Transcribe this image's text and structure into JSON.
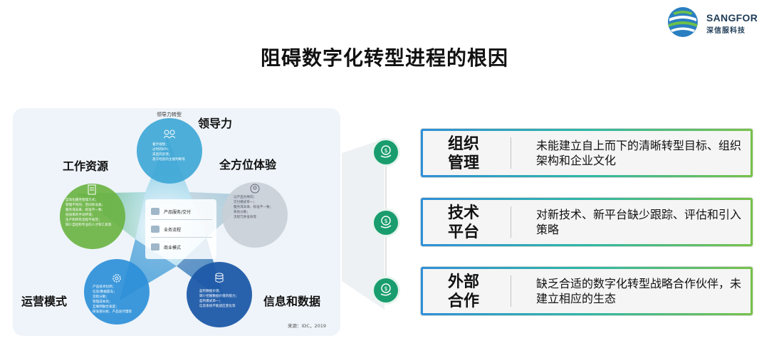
{
  "logo": {
    "brand": "SANGFOR",
    "brand_cn": "深信服科技"
  },
  "title": "阻碍数字化转型进程的根因",
  "diagram": {
    "labels": {
      "top": "领导力",
      "right": "全方位体验",
      "left": "工作资源",
      "bottom_left": "运营模式",
      "bottom_right": "信息和数据"
    },
    "top_circle_title": "领导力转型",
    "circle_texts": {
      "top": "着手规划；\n过时的KPI；\n滞后的反馈；\n基于经验的主观判断等",
      "left": "自动化服务管理方式；\n管理不同的、空间和设备；\n服务或未来、标准不一致；\n低效率的手动环境；\n生产和所有流程不规范；\n缺少自控和专业的人才和工具等",
      "right": "以产品为导向；\n交付模式单一；\n服务或未来、标准不一致；\n系统分散；\n流程冗余低效等",
      "bottom_left": "产品技术封闭；\n信息/数据孤岛；\n流程分散；\n管理成本高；\n互联网融合速度；\n研发部分统、产品迭代慢等",
      "bottom_right": "盈利数据价值；\n缺少挖掘数据价值的能力；\n盈利模式单一；\n信息系统不能适应变化等"
    },
    "center_items": [
      "产品服务/交付",
      "业务流程",
      "商业模式"
    ],
    "source": "来源：IDC，2019"
  },
  "cards": [
    {
      "head": "组织\n管理",
      "desc": "未能建立自上而下的清晰转型目标、组织架构和企业文化"
    },
    {
      "head": "技术\n平台",
      "desc": "对新技术、新平台缺少跟踪、评估和引入策略"
    },
    {
      "head": "外部\n合作",
      "desc": "缺乏合适的数字化转型战略合作伙伴，未建立相应的生态"
    }
  ],
  "colors": {
    "accent_green": "#1a9d6e",
    "card_gradient_start": "#2f8fd8",
    "card_gradient_end": "#78c24a",
    "circle_top": "#3fa7d6",
    "circle_left": "#6bb344",
    "circle_right": "#c9cfd6",
    "circle_bottom_left": "#2e8fd8",
    "circle_bottom_right": "#1e5aa8"
  },
  "icons": [
    "sangfor-logo-icon",
    "dollar-hand-icon"
  ]
}
